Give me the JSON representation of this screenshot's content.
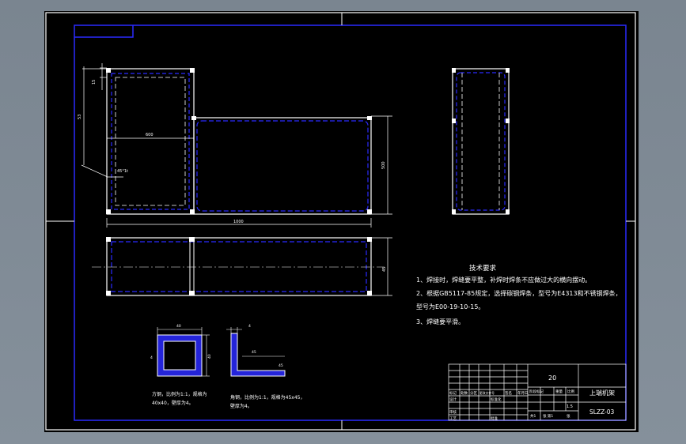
{
  "drawing": {
    "dimensions": {
      "d15": "15",
      "d53": "53",
      "d600": "600",
      "d1000": "1000",
      "d500": "500",
      "d45": "45",
      "chamfer": "45°1t"
    },
    "notes": {
      "heading": "技术要求",
      "lines": [
        "1、焊接时，焊缝要平整，补焊时焊条不应做过大的横向摆动。",
        "2、根据GB5117-85规定，选择碳钢焊条，型号为E4313和不锈钢焊条，",
        "型号为E00-19-10-15。",
        "3、焊缝要平滑。"
      ]
    },
    "sections": {
      "square_tube": {
        "dim_top": "40",
        "dim_side": "40",
        "dim_wall": "4",
        "caption_1": "方钢，比例为1:1，规格为",
        "caption_2": "40x40，壁厚为4。"
      },
      "angle_steel": {
        "dim_top": "4",
        "dim_mid": "45",
        "dim_right": "45",
        "caption_1": "角钢，比例为1:1，规格为45x45，",
        "caption_2": "壁厚为4。"
      }
    },
    "title_block": {
      "material": "20",
      "part_name": "上端机架",
      "drawing_no": "SLZZ-03",
      "scale": "1.5",
      "left_cells": [
        "标记",
        "处数",
        "分区",
        "更改文件号",
        "签名",
        "年月日"
      ],
      "design_row": [
        "设计",
        "标准化"
      ],
      "check_row": [
        "审核"
      ],
      "approve_row": [
        "工艺",
        "批准"
      ],
      "stage_labels": [
        "阶段标记",
        "重量",
        "比例"
      ],
      "sheet_row": [
        "共1",
        "张 第1",
        "张"
      ]
    }
  }
}
